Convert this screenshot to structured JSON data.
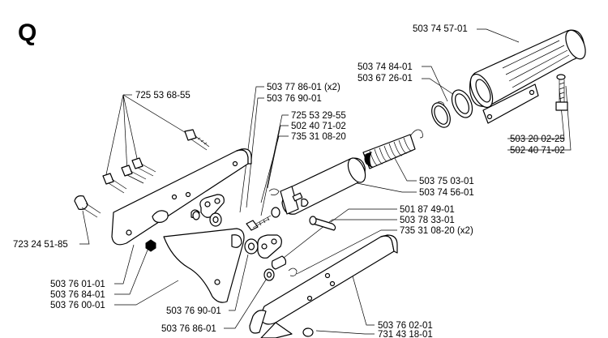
{
  "section_letter": "Q",
  "labels": {
    "p_503_74_57_01": "503 74 57-01",
    "p_503_74_84_01": "503 74 84-01",
    "p_503_67_26_01": "503 67 26-01",
    "p_725_53_68_55": "725 53 68-55",
    "p_503_77_86_01_x2": "503 77 86-01 (x2)",
    "p_503_76_90_01_top": "503 76 90-01",
    "p_725_53_29_55": "725 53 29-55",
    "p_502_40_71_02_mid": "502 40 71-02",
    "p_735_31_08_20": "735 31 08-20",
    "p_503_20_02_25": "503 20 02-25",
    "p_502_40_71_02_right": "502 40 71-02",
    "p_503_75_03_01": "503 75 03-01",
    "p_503_74_56_01": "503 74 56-01",
    "p_501_87_49_01": "501 87 49-01",
    "p_503_78_33_01": "503 78 33-01",
    "p_735_31_08_20_x2": "735 31 08-20 (x2)",
    "p_723_24_51_85": "723 24 51-85",
    "p_503_76_01_01": "503 76 01-01",
    "p_503_76_84_01": "503 76 84-01",
    "p_503_76_00_01": "503 76 00-01",
    "p_503_76_90_01_bottom": "503 76 90-01",
    "p_503_76_86_01": "503 76 86-01",
    "p_503_76_02_01": "503 76 02-01",
    "p_731_43_18_01": "731 43 18-01"
  }
}
